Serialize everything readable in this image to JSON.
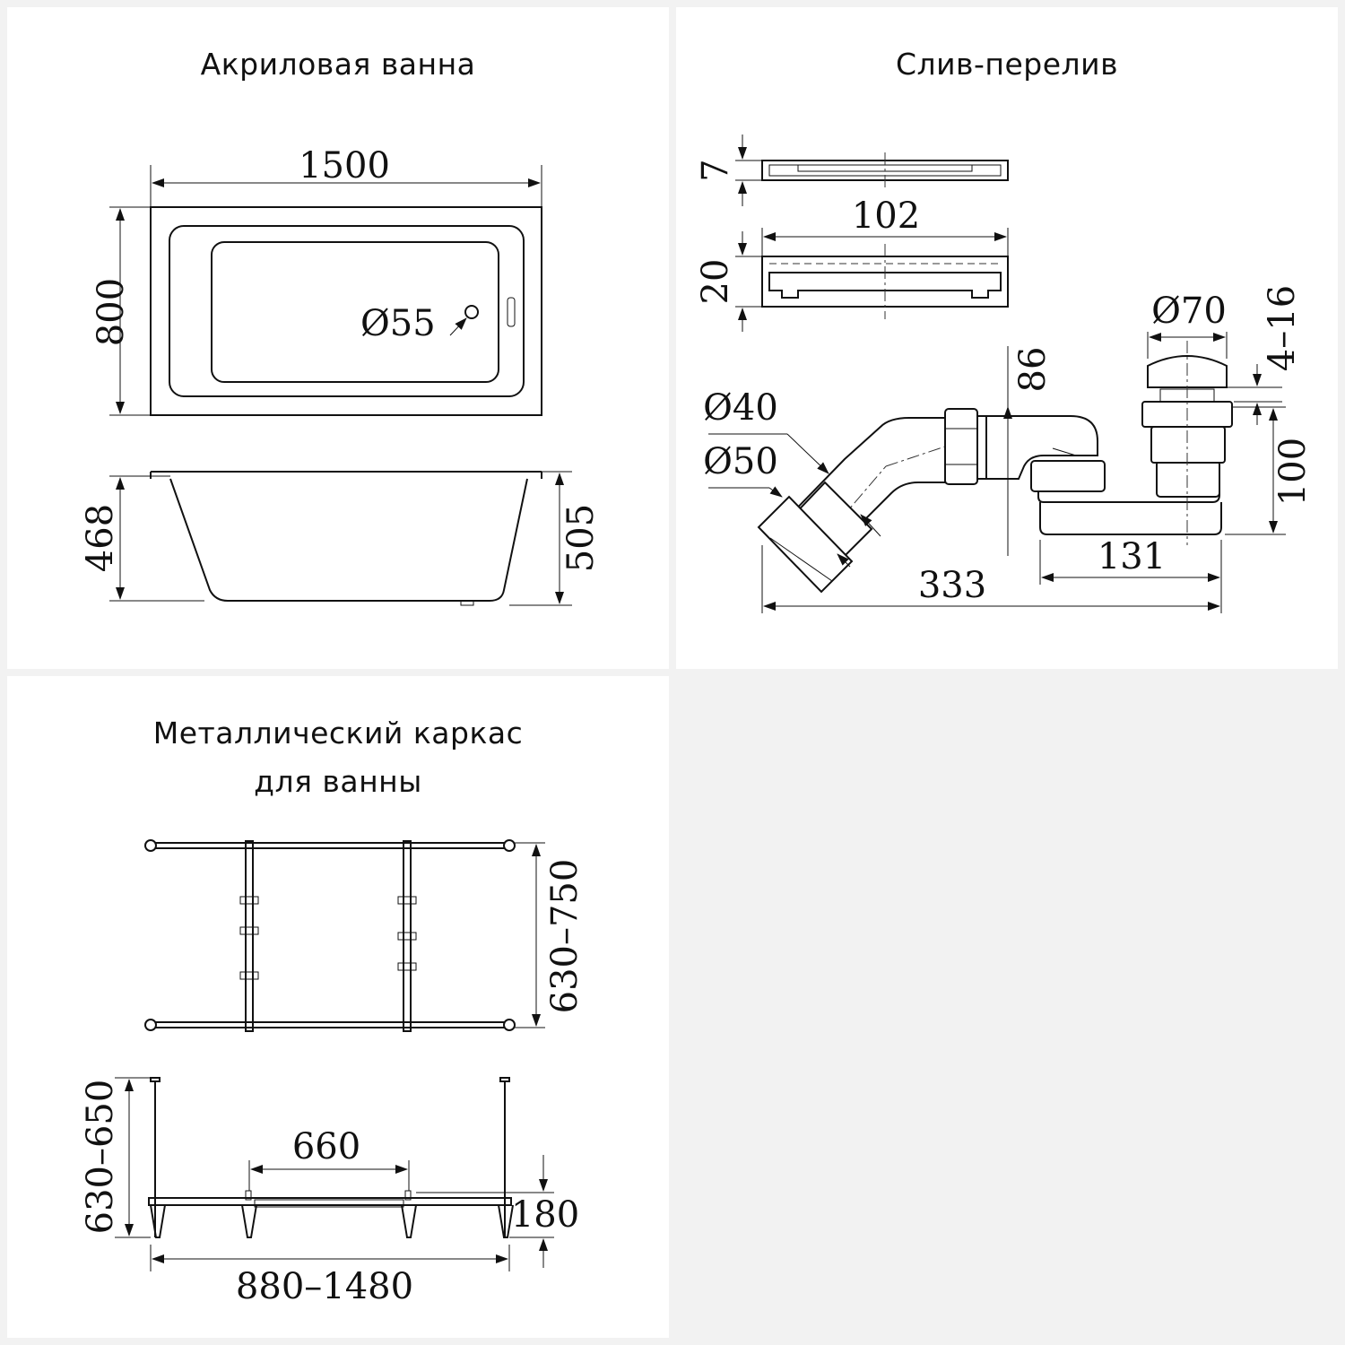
{
  "panels": {
    "tub": {
      "title": "Акриловая ванна",
      "dims": {
        "length": "1500",
        "width": "800",
        "drain_diameter": "Ø55",
        "depth": "468",
        "height": "505"
      }
    },
    "drain": {
      "title": "Слив-перелив",
      "dims": {
        "plate_thickness": "7",
        "plate_length": "102",
        "plate_height": "20",
        "cap_diameter": "Ø70",
        "cap_gap": "4–16",
        "overflow_height": "86",
        "pipe_inner": "Ø40",
        "pipe_outer": "Ø50",
        "trap_height": "100",
        "trap_width": "131",
        "total_length": "333"
      }
    },
    "frame": {
      "title_line1": "Металлический каркас",
      "title_line2": "для ванны",
      "dims": {
        "top_width": "630–750",
        "leg_height": "630–650",
        "crossbar_span": "660",
        "foot_height": "180",
        "length_range": "880–1480"
      }
    }
  }
}
